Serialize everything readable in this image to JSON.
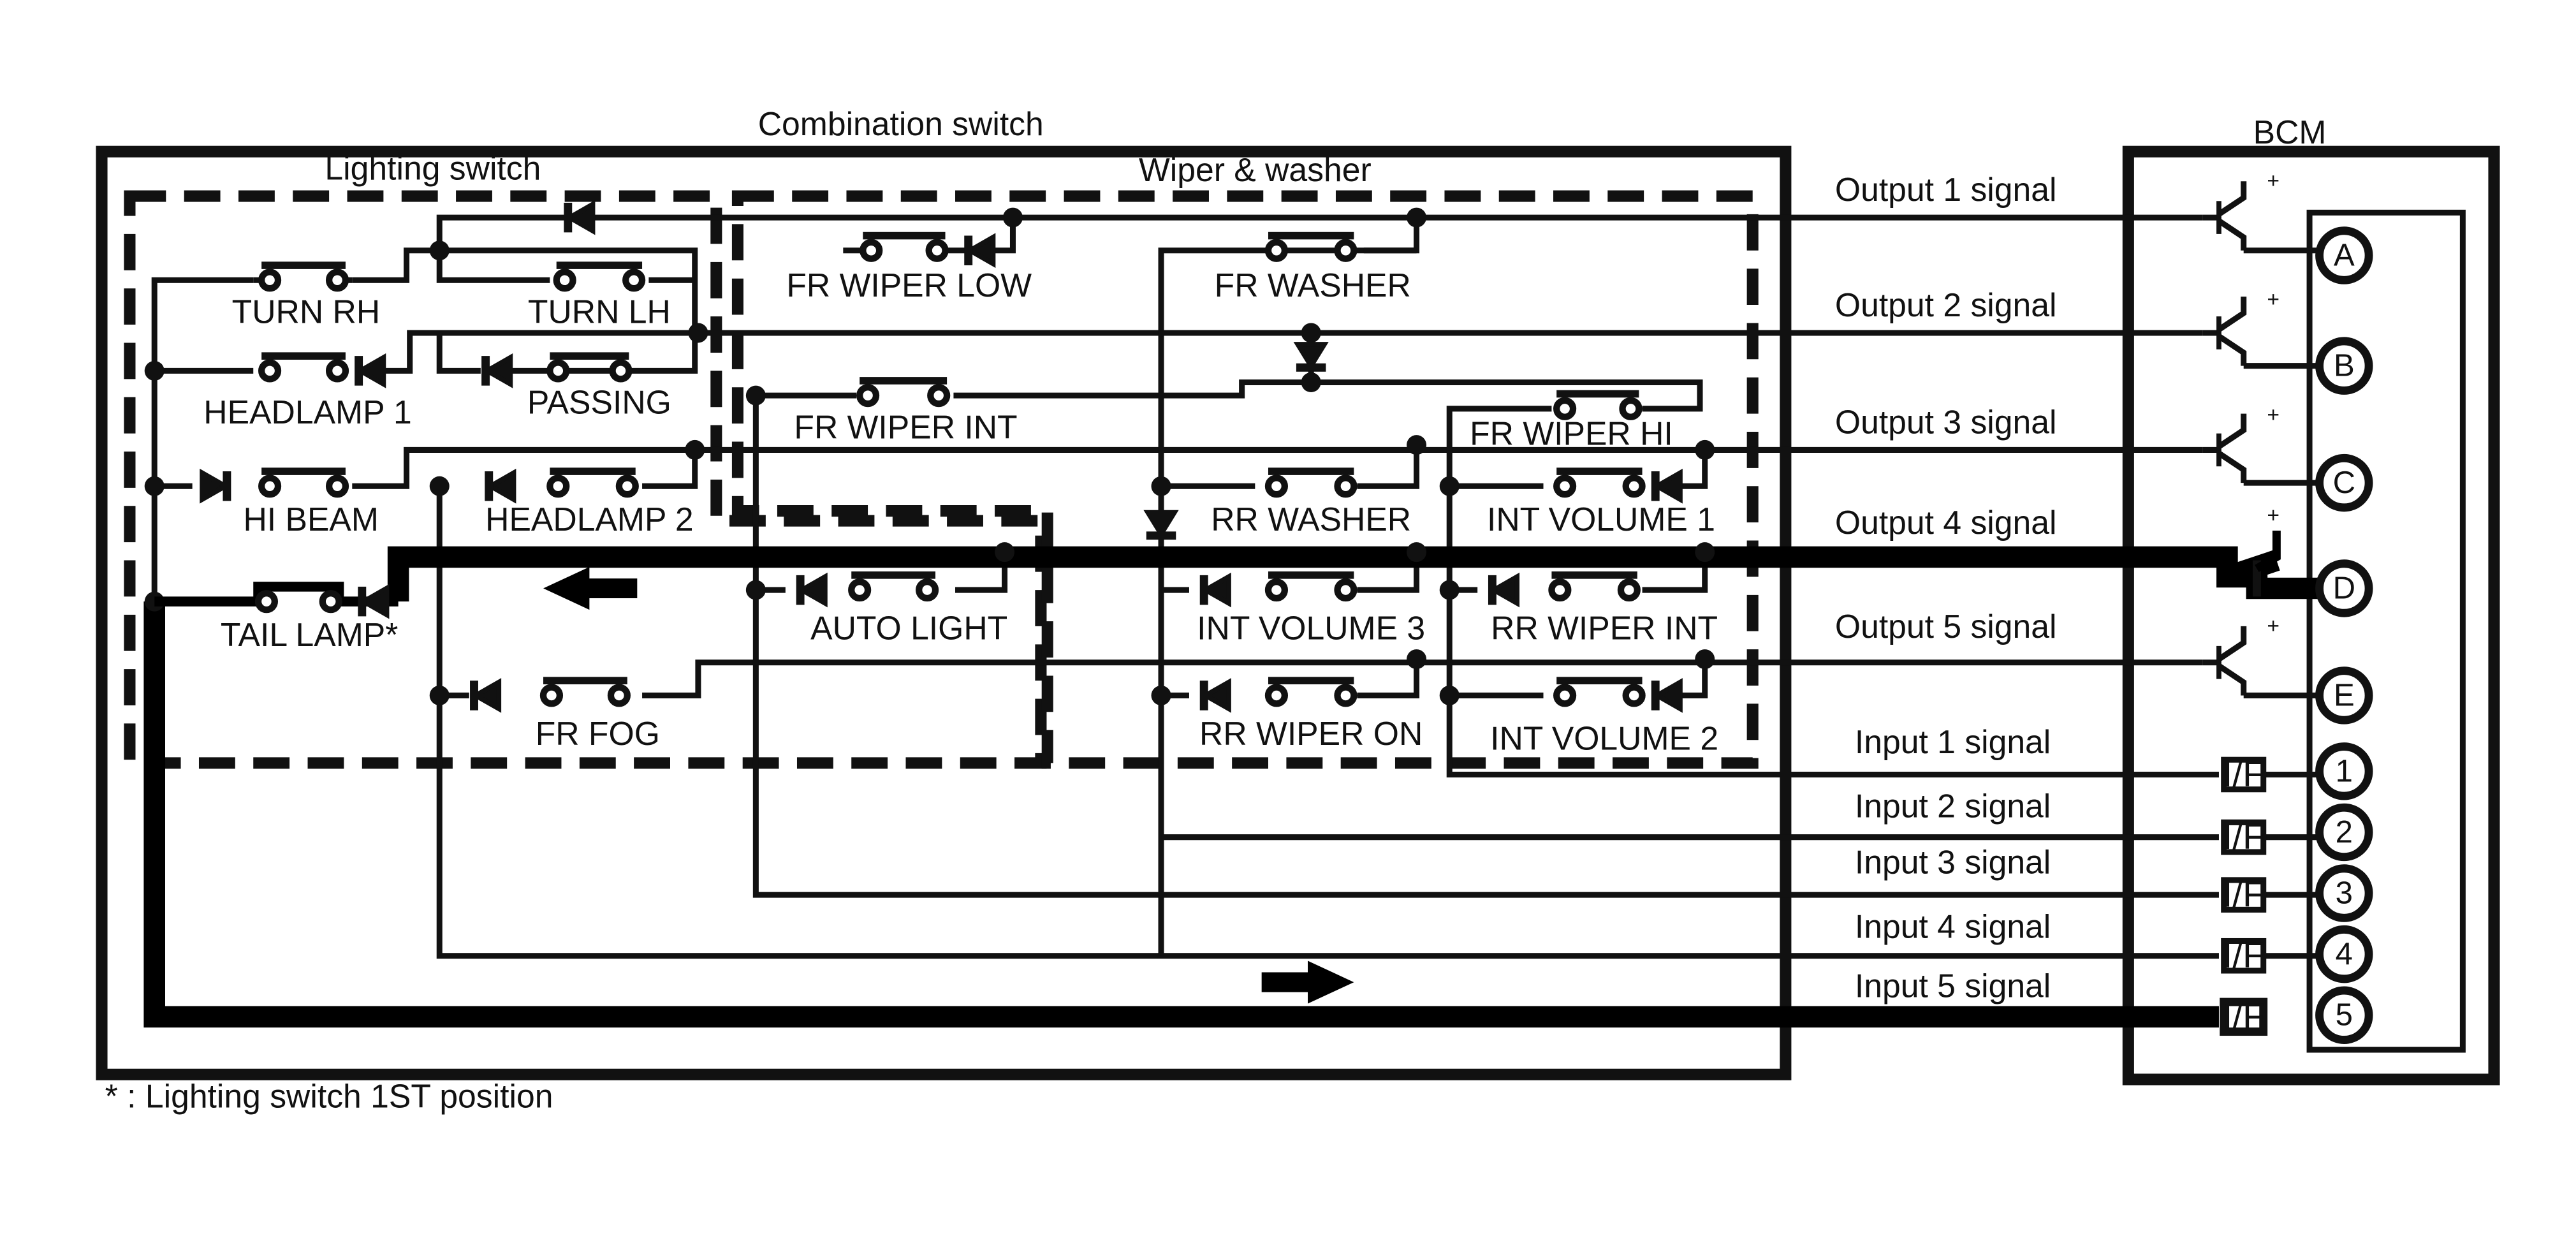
{
  "combination_switch": {
    "title": "Combination switch",
    "lighting_switch_title": "Lighting switch",
    "wiper_washer_title": "Wiper & washer"
  },
  "bcm": {
    "title": "BCM"
  },
  "switches": {
    "turn_rh": "TURN RH",
    "turn_lh": "TURN LH",
    "headlamp_1": "HEADLAMP 1",
    "passing": "PASSING",
    "hi_beam": "HI BEAM",
    "headlamp_2": "HEADLAMP 2",
    "tail_lamp": "TAIL LAMP*",
    "fr_fog": "FR FOG",
    "fr_wiper_low": "FR WIPER LOW",
    "fr_washer": "FR WASHER",
    "fr_wiper_int": "FR WIPER INT",
    "fr_wiper_hi": "FR WIPER HI",
    "rr_washer": "RR WASHER",
    "int_volume_1": "INT VOLUME 1",
    "auto_light": "AUTO LIGHT",
    "int_volume_3": "INT VOLUME 3",
    "rr_wiper_int": "RR WIPER INT",
    "rr_wiper_on": "RR WIPER ON",
    "int_volume_2": "INT VOLUME 2"
  },
  "outputs": [
    {
      "label": "Output 1 signal",
      "terminal": "A"
    },
    {
      "label": "Output 2 signal",
      "terminal": "B"
    },
    {
      "label": "Output 3 signal",
      "terminal": "C"
    },
    {
      "label": "Output 4 signal",
      "terminal": "D"
    },
    {
      "label": "Output 5 signal",
      "terminal": "E"
    }
  ],
  "inputs": [
    {
      "label": "Input 1 signal",
      "terminal": "1"
    },
    {
      "label": "Input 2 signal",
      "terminal": "2"
    },
    {
      "label": "Input 3 signal",
      "terminal": "3"
    },
    {
      "label": "Input 4 signal",
      "terminal": "4"
    },
    {
      "label": "Input 5 signal",
      "terminal": "5"
    }
  ],
  "interface_label": "I/F",
  "transistor_plus": "+",
  "footnote": "* : Lighting switch 1ST position"
}
